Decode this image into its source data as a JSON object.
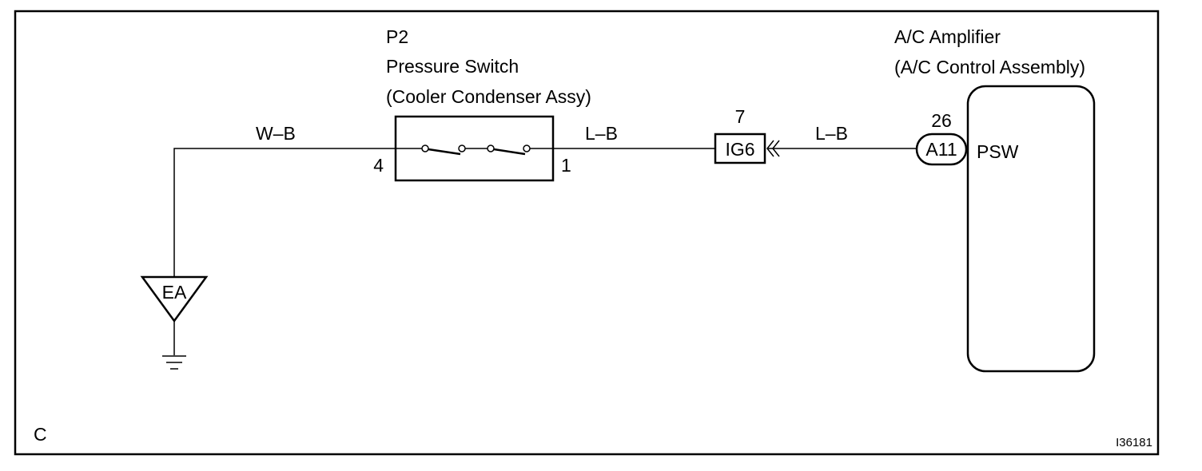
{
  "pressure_switch": {
    "ref": "P2",
    "name": "Pressure Switch",
    "subname": "(Cooler Condenser Assy)",
    "pin_left": "4",
    "pin_right": "1"
  },
  "amplifier": {
    "name": "A/C Amplifier",
    "subname": "(A/C Control Assembly)",
    "pin_number": "26",
    "connector": "A11",
    "terminal": "PSW"
  },
  "junction": {
    "pin_number": "7",
    "connector": "IG6"
  },
  "wires": {
    "ground_wire": "W–B",
    "switch_to_junction": "L–B",
    "junction_to_amplifier": "L–B"
  },
  "ground": {
    "label": "EA"
  },
  "corner_label": "C",
  "figure_id": "I36181"
}
